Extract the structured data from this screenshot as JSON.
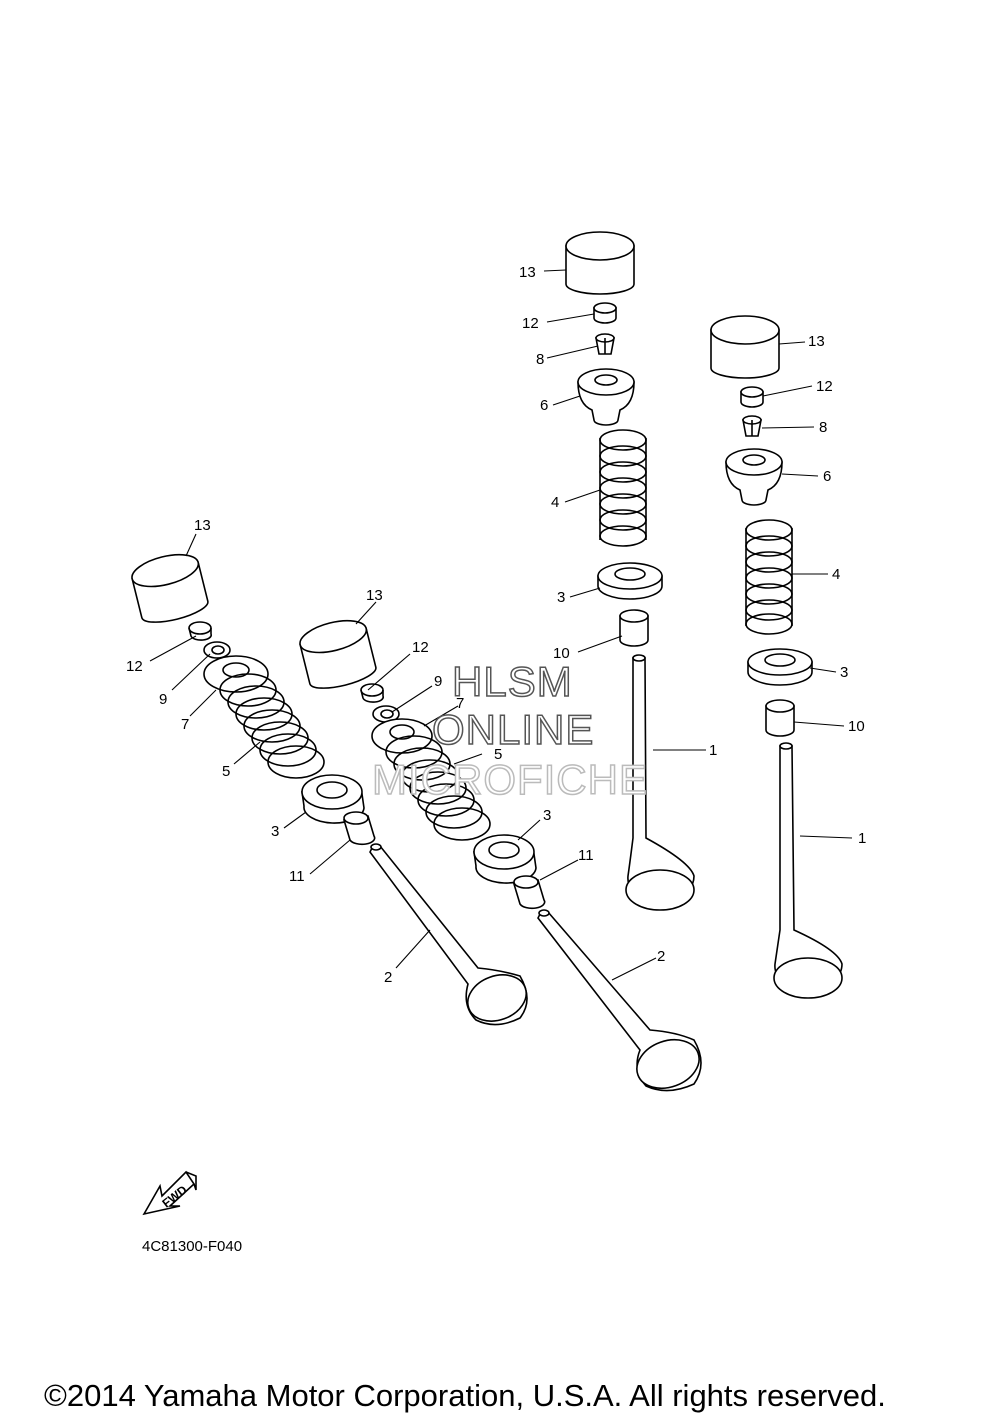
{
  "diagram": {
    "drawing_code": "4C81300-F040",
    "copyright": "©2014 Yamaha Motor Corporation, U.S.A. All rights reserved.",
    "watermark": [
      "HLSM",
      "ONLINE",
      "MICROFICHE"
    ],
    "fwd_label": "FWD",
    "callouts": [
      "13",
      "12",
      "8",
      "6",
      "4",
      "3",
      "10",
      "1",
      "13",
      "12",
      "8",
      "6",
      "4",
      "3",
      "10",
      "1",
      "13",
      "12",
      "9",
      "7",
      "5",
      "3",
      "11",
      "2",
      "13",
      "12",
      "9",
      "7",
      "5",
      "3",
      "11",
      "2"
    ],
    "parts": [
      {
        "ref": "1",
        "shape": "valve"
      },
      {
        "ref": "2",
        "shape": "valve"
      },
      {
        "ref": "3",
        "shape": "spring-seat"
      },
      {
        "ref": "4",
        "shape": "spring"
      },
      {
        "ref": "5",
        "shape": "spring"
      },
      {
        "ref": "6",
        "shape": "retainer"
      },
      {
        "ref": "7",
        "shape": "retainer"
      },
      {
        "ref": "8",
        "shape": "cotter"
      },
      {
        "ref": "9",
        "shape": "cotter"
      },
      {
        "ref": "10",
        "shape": "stem-seal"
      },
      {
        "ref": "11",
        "shape": "stem-seal"
      },
      {
        "ref": "12",
        "shape": "shim"
      },
      {
        "ref": "13",
        "shape": "lifter"
      }
    ]
  }
}
